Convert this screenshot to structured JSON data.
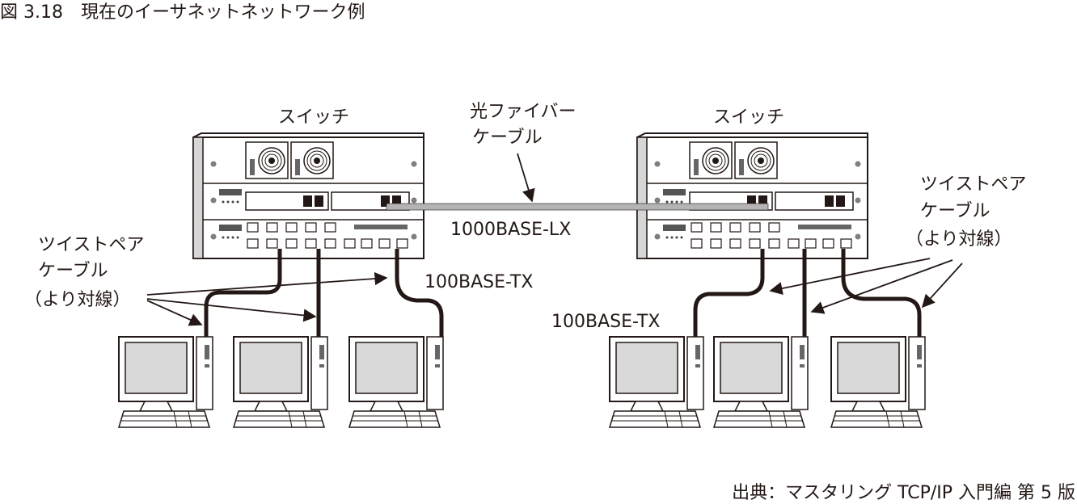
{
  "figure": {
    "title": "図 3.18　現在のイーサネットネットワーク例",
    "credit": "出典：マスタリング TCP/IP 入門編 第 5 版"
  },
  "labels": {
    "switch_left": "スイッチ",
    "switch_right": "スイッチ",
    "fiber_line1": "光ファイバー",
    "fiber_line2": "ケーブル",
    "fiber_standard": "1000BASE-LX",
    "tp_left_line1": "ツイストペア",
    "tp_left_line2": "ケーブル",
    "tp_left_line3": "（より対線）",
    "tp_right_line1": "ツイストペア",
    "tp_right_line2": "ケーブル",
    "tp_right_line3": "（より対線）",
    "tx_left": "100BASE-TX",
    "tx_right": "100BASE-TX"
  },
  "colors": {
    "ink": "#231815",
    "fiber": "#b4b4b4",
    "screen": "#d9d9d9",
    "panel": "#ffffff"
  }
}
